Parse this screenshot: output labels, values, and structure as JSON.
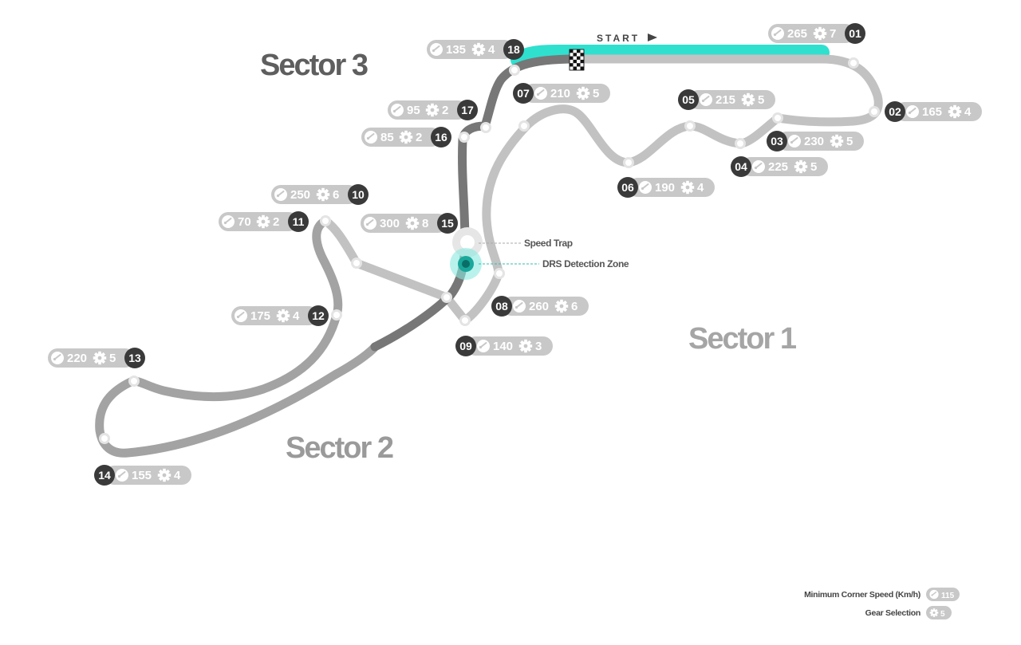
{
  "colors": {
    "track_s1": "#c2c2c2",
    "track_s2": "#a3a3a3",
    "track_s3": "#777777",
    "drs": "#2fe0cf",
    "badge": "#3a3a3a",
    "pill": "#c8c8c8",
    "sector1_text": "#a5a5a5",
    "sector2_text": "#9a9a9a",
    "sector3_text": "#5e5e5e"
  },
  "start_label": "START",
  "sectors": [
    {
      "id": "s1",
      "label": "Sector 1"
    },
    {
      "id": "s2",
      "label": "Sector 2"
    },
    {
      "id": "s3",
      "label": "Sector 3"
    }
  ],
  "corners": [
    {
      "number": "01",
      "speed": "265",
      "gear": "7"
    },
    {
      "number": "02",
      "speed": "165",
      "gear": "4"
    },
    {
      "number": "03",
      "speed": "230",
      "gear": "5"
    },
    {
      "number": "04",
      "speed": "225",
      "gear": "5"
    },
    {
      "number": "05",
      "speed": "215",
      "gear": "5"
    },
    {
      "number": "06",
      "speed": "190",
      "gear": "4"
    },
    {
      "number": "07",
      "speed": "210",
      "gear": "5"
    },
    {
      "number": "08",
      "speed": "260",
      "gear": "6"
    },
    {
      "number": "09",
      "speed": "140",
      "gear": "3"
    },
    {
      "number": "10",
      "speed": "250",
      "gear": "6"
    },
    {
      "number": "11",
      "speed": "70",
      "gear": "2"
    },
    {
      "number": "12",
      "speed": "175",
      "gear": "4"
    },
    {
      "number": "13",
      "speed": "220",
      "gear": "5"
    },
    {
      "number": "14",
      "speed": "155",
      "gear": "4"
    },
    {
      "number": "15",
      "speed": "300",
      "gear": "8"
    },
    {
      "number": "16",
      "speed": "85",
      "gear": "2"
    },
    {
      "number": "17",
      "speed": "95",
      "gear": "2"
    },
    {
      "number": "18",
      "speed": "135",
      "gear": "4"
    }
  ],
  "markers": {
    "speed_trap": "Speed Trap",
    "drs_detection": "DRS Detection Zone"
  },
  "legend": {
    "speed_label": "Minimum Corner Speed (Km/h)",
    "speed_example": "115",
    "gear_label": "Gear Selection",
    "gear_example": "5"
  }
}
